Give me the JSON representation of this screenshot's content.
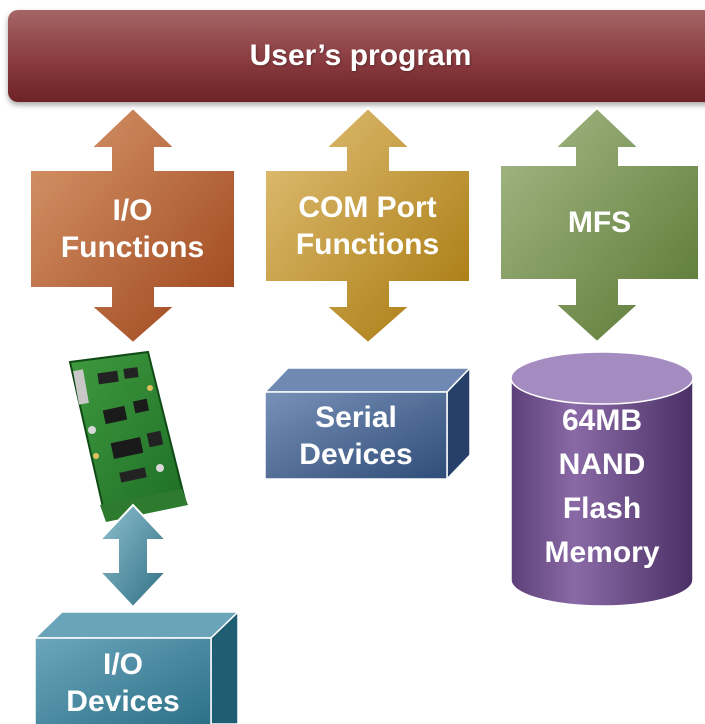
{
  "banner": {
    "title": "User’s program"
  },
  "modules": {
    "io": {
      "line1": "I/O",
      "line2": "Functions"
    },
    "com": {
      "line1": "COM Port",
      "line2": "Functions"
    },
    "mfs": {
      "label": "MFS"
    }
  },
  "devices": {
    "serial": {
      "line1": "Serial",
      "line2": "Devices"
    },
    "nand": {
      "line1": "64MB",
      "line2": "NAND",
      "line3": "Flash",
      "line4": "Memory"
    },
    "io": {
      "line1": "I/O",
      "line2": "Devices"
    }
  },
  "colors": {
    "io_arrow": "#b0572a",
    "com_arrow": "#b88918",
    "mfs_arrow": "#6f8c47",
    "serial_box": "#3f5f8c",
    "nand_cylinder": "#6a4a86",
    "io_device_box": "#2f7890",
    "io_device_arrow": "#3f7f92",
    "banner": "#8a3c40"
  }
}
